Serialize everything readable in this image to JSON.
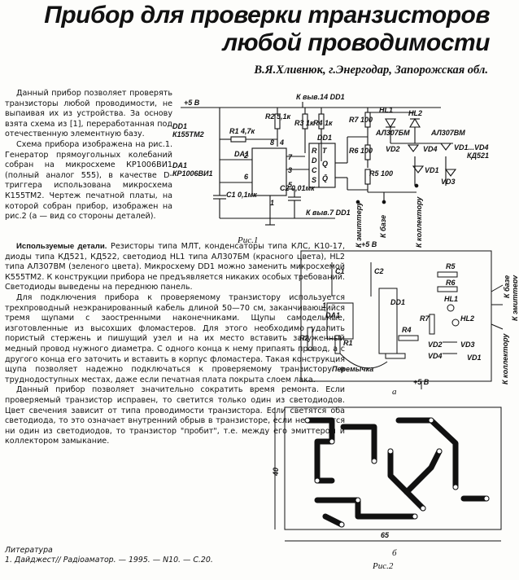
{
  "title_line1": "Прибор для проверки транзисторов",
  "title_line2": "любой проводимости",
  "author": "В.Я.Хливнюк, г.Энергодар, Запорожская обл.",
  "intro_paragraphs": [
    "Данный прибор позволяет проверять транзисторы любой проводимости, не выпаивая их из устройства. За основу взята схема из [1], переработанная под отечественную элементную базу.",
    "Схема прибора изображена на рис.1. Генератор прямоугольных колебаний собран на микросхеме КР1006ВИ1 (полный аналог 555), в качестве D-триггера использована микросхема К155ТМ2. Чертеж печатной платы, на которой собран прибор, изображен на рис.2 (а — вид со стороны деталей)."
  ],
  "parts_heading": "Используемые детали.",
  "parts_text": "Резисторы типа МЛТ, конденсаторы типа КЛС, К10-17, диоды типа КД521, КД522, светодиод HL1 типа АЛ307БМ (красного цвета), HL2 типа АЛ307ВМ (зеленого цвета). Микросхему DD1 можно заменить микросхемой К555ТМ2. К конструкции прибора не предъявляется никаких особых требований. Светодиоды выведены на переднюю панель.",
  "body_paragraphs": [
    "Для подключения прибора к проверяемому транзистору используется трехпроводный неэкранированный кабель длиной 50—70 см, заканчивающийся тремя щупами с заостренными наконечниками. Щупы самодельные, изготовленные из высохших фломастеров. Для этого необходимо удалить пористый стержень и пишущий узел и на их место вставить залуженный медный провод нужного диаметра. С одного конца к нему припаять провод, а с другого конца его заточить и вставить в корпус фломастера. Такая конструкция щупа позволяет надежно подключаться к проверяемому транзистору в труднодоступных местах, даже если печатная плата покрыта слоем лака.",
    "Данный прибор позволяет значительно сократить время ремонта. Если проверяемый транзистор исправен, то светится только один из светодиодов. Цвет свечения зависит от типа проводимости транзистора. Если светятся оба светодиода, то это означает внутренний обрыв в транзисторе, если не светится ни один из светодиодов, то транзистор \"пробит\", т.е. между его эмиттером и коллектором замыкание."
  ],
  "literature_heading": "Литература",
  "literature_item": "1. Дайджест// Радіоаматор. — 1995. — N10. — С.20.",
  "fig1": {
    "caption": "Рис.1",
    "plus5": "+5 В",
    "k14": "К выв.14 DD1",
    "k7": "К выв.7 DD1",
    "dd1_chip": "DD1",
    "dd1_type": "К155ТМ2",
    "da1_chip": "DA1",
    "da1_type": "КР1006ВИ1",
    "r1": "R1 4,7к",
    "r2": "R2 5,1к",
    "r3": "R3 1к",
    "r4": "R4 1к",
    "r5": "R5 100",
    "r6": "R6 100",
    "r7": "R7 100",
    "c1": "C1 0,1мк",
    "c2": "C2 0,01мк",
    "hl1": "HL1",
    "hl1_type": "АЛ307БМ",
    "hl2": "HL2",
    "hl2_type": "АЛ307ВМ",
    "vd1": "VD1",
    "vd2": "VD2",
    "vd3": "VD3",
    "vd4": "VD4",
    "vd_range": "VD1...VD4",
    "vd_type": "КД521",
    "to_emitter": "К эмиттеру",
    "to_base": "К базе",
    "to_collector": "К коллектору",
    "trig_r": "R",
    "trig_t": "T",
    "trig_d": "D",
    "trig_c": "C",
    "trig_s": "S",
    "trig_q": "Q",
    "trig_qn": "Q̄",
    "pin2": "2",
    "pin3": "3",
    "pin4": "4",
    "pin5": "5",
    "pin6": "6",
    "pin8": "8",
    "pin1": "1",
    "pin7": "7"
  },
  "fig2": {
    "caption": "Рис.2",
    "sub_a": "а",
    "sub_b": "б",
    "plus5_top": "+5 В",
    "plus5_bot": "+5 В",
    "jumper": "Перемычка",
    "to_base": "К базе",
    "to_emitter": "К эмиттеру",
    "to_collector": "К коллектору",
    "dim_w": "65",
    "dim_h": "40",
    "c1": "C1",
    "c2": "C2",
    "r1": "R1",
    "r2": "R2",
    "r4": "R4",
    "r5": "R5",
    "r6": "R6",
    "r7": "R7",
    "hl1": "HL1",
    "hl2": "HL2",
    "da1": "DA1",
    "dd1": "DD1",
    "vd1": "VD1",
    "vd2": "VD2",
    "vd3": "VD3",
    "vd4": "VD4",
    "key": "1"
  }
}
